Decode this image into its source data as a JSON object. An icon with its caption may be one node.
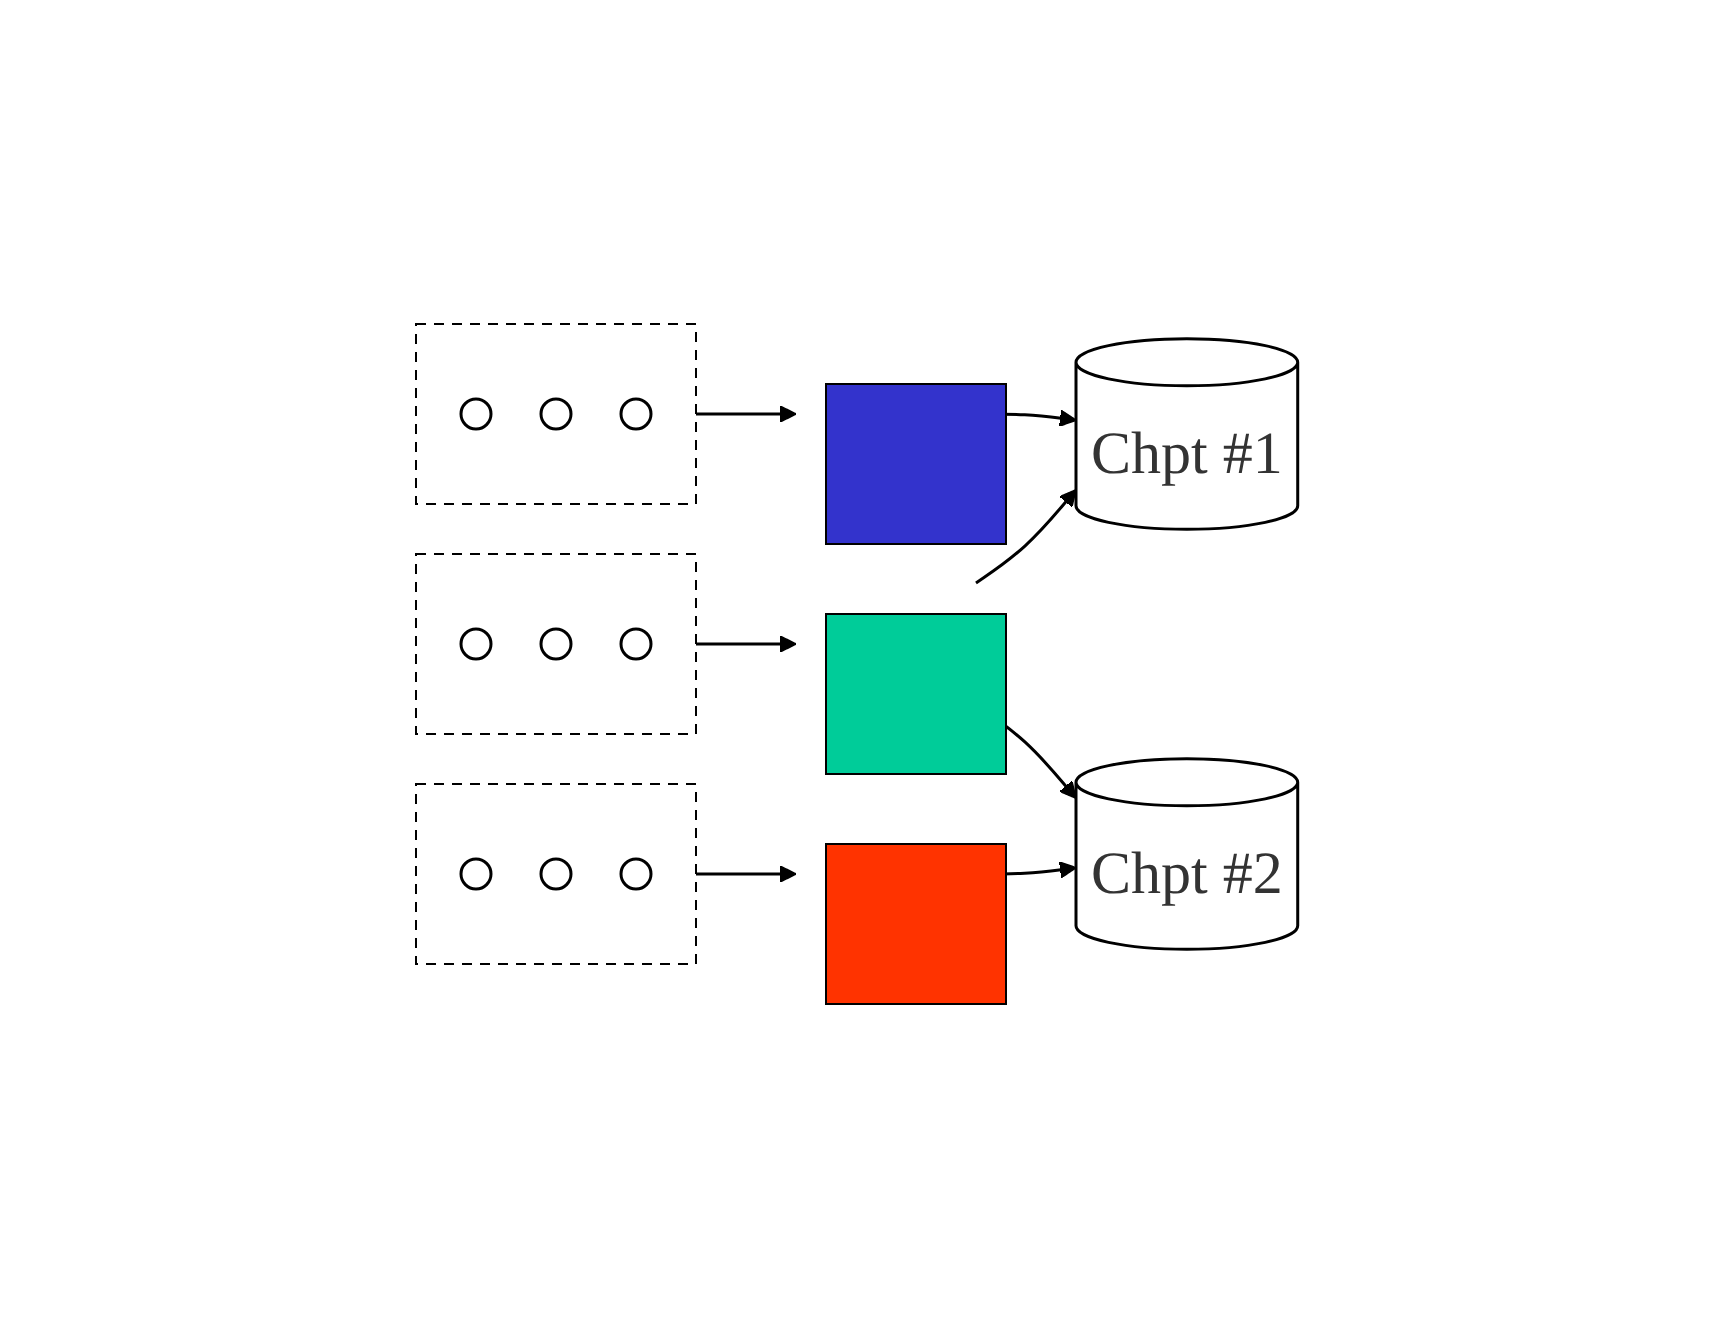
{
  "diagram": {
    "nodes": [
      {
        "text": [],
        "shape": "box"
      },
      {
        "text": [],
        "shape": "circle",
        "in": 0
      },
      {
        "text": [],
        "shape": "circle",
        "in": 0
      },
      {
        "text": [],
        "shape": "circle",
        "in": 0
      },
      {
        "text": [],
        "shape": "box"
      },
      {
        "text": [
          "Chpt #1"
        ]
      },
      {
        "text": [],
        "shape": "box"
      },
      {
        "text": [],
        "shape": "circle",
        "in": 6
      },
      {
        "text": [],
        "shape": "circle",
        "in": 6
      },
      {
        "text": [],
        "shape": "circle",
        "in": 6
      },
      {
        "text": [],
        "shape": "box"
      },
      {
        "text": [],
        "shape": "box"
      },
      {
        "text": [],
        "shape": "circle",
        "in": 11
      },
      {
        "text": [],
        "shape": "circle",
        "in": 11
      },
      {
        "text": [],
        "shape": "circle",
        "in": 11
      },
      {
        "text": [],
        "shape": "box"
      },
      {
        "text": [
          "Chpt #2"
        ]
      }
    ],
    "edges": [
      {
        "from": 0,
        "to": 4,
        "arrow": "to"
      },
      {
        "from": 6,
        "to": 10,
        "arrow": "to"
      },
      {
        "from": 11,
        "to": 15,
        "arrow": "to"
      },
      {
        "from": 4,
        "to": 5,
        "arrow": "to"
      },
      {
        "from": 10,
        "to": 5,
        "arrow": "to"
      },
      {
        "from": 10,
        "to": 16,
        "arrow": "to"
      },
      {
        "from": 15,
        "to": 16,
        "arrow": "to"
      }
    ]
  }
}
